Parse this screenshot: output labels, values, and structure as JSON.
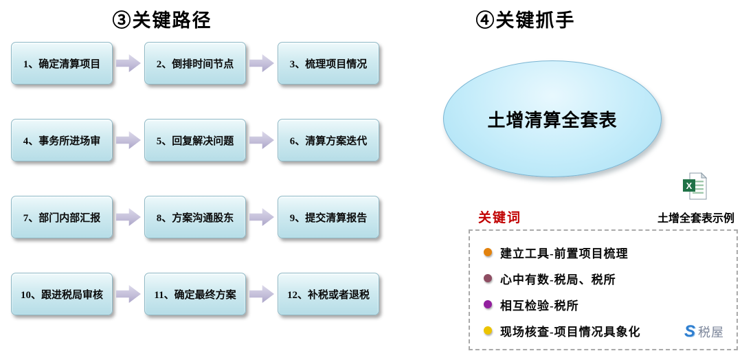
{
  "left": {
    "title": "③关键路径",
    "rows": [
      [
        "1、确定清算项目",
        "2、倒排时间节点",
        "3、梳理项目情况"
      ],
      [
        "4、事务所进场审",
        "5、回复解决问题",
        "6、清算方案迭代"
      ],
      [
        "7、部门内部汇报",
        "8、方案沟通股东",
        "9、提交清算报告"
      ],
      [
        "10、跟进税局审核",
        "11、确定最终方案",
        "12、补税或者退税"
      ]
    ]
  },
  "right": {
    "title": "④关键抓手",
    "ellipse_label": "土增清算全套表",
    "keyword_label": "关键词",
    "excel_caption": "土增全套表示例",
    "bullets": [
      {
        "color": "#e2820e",
        "text": "建立工具-前置项目梳理"
      },
      {
        "color": "#8e4d62",
        "text": "心中有数-税局、税所"
      },
      {
        "color": "#921f9e",
        "text": "相互检验-税所"
      },
      {
        "color": "#ecc400",
        "text": "现场核查-项目情况具象化"
      }
    ],
    "logo_text": "税屋"
  },
  "colors": {
    "box_fill_top": "#eef9fb",
    "box_fill_bottom": "#b6dde7",
    "arrow": "#c2bdd8",
    "keyword_red": "#c00000"
  }
}
